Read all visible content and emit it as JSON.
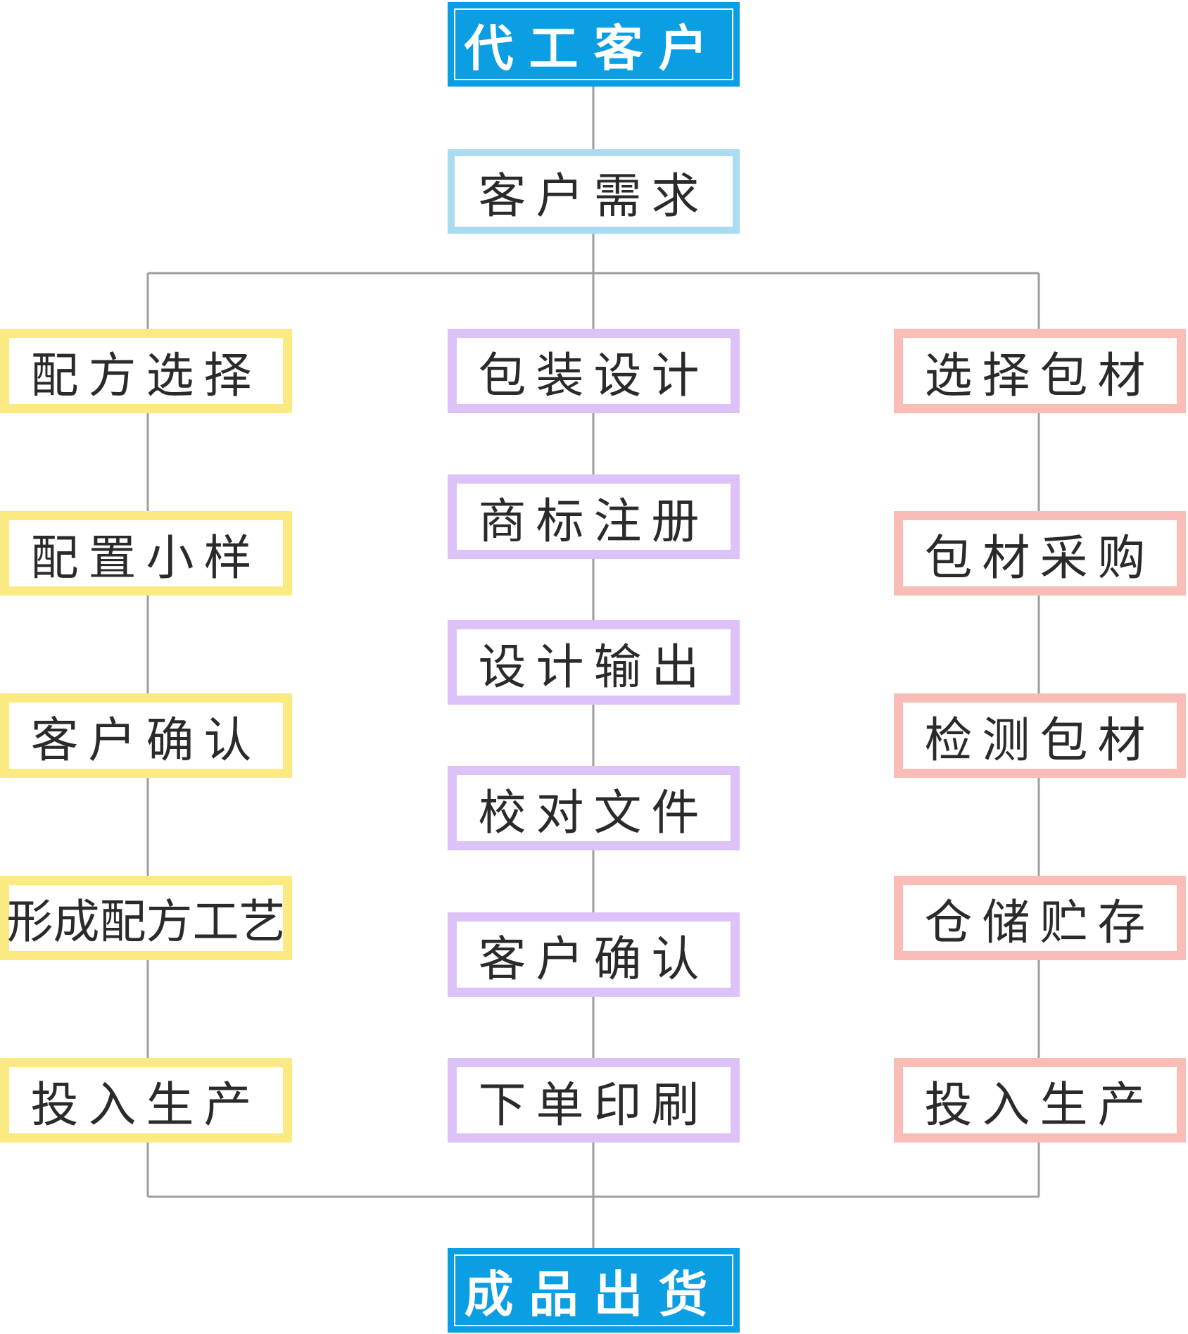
{
  "top": {
    "label": "代工客户"
  },
  "need": {
    "label": "客户需求"
  },
  "left": {
    "items": [
      "配方选择",
      "配置小样",
      "客户确认",
      "形成配方工艺",
      "投入生产"
    ]
  },
  "middle": {
    "items": [
      "包装设计",
      "商标注册",
      "设计输出",
      "校对文件",
      "客户确认",
      "下单印刷"
    ]
  },
  "right": {
    "items": [
      "选择包材",
      "包材采购",
      "检测包材",
      "仓储贮存",
      "投入生产"
    ]
  },
  "bottom": {
    "label": "成品出货"
  },
  "colors": {
    "primary": "#0b9ee3",
    "light_blue": "#a9dbf1",
    "yellow": "#fbe982",
    "purple": "#dcc2f7",
    "pink": "#f9bcb6",
    "connector": "#9e9e9e"
  }
}
